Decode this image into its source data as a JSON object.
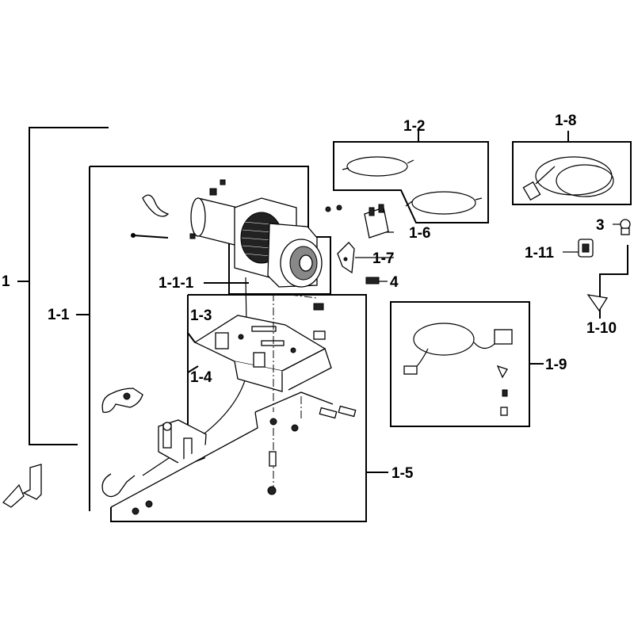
{
  "callouts": {
    "c1": "1",
    "c1_1": "1-1",
    "c1_1_1": "1-1-1",
    "c1_2": "1-2",
    "c1_3": "1-3",
    "c1_4": "1-4",
    "c1_5": "1-5",
    "c1_6": "1-6",
    "c1_7": "1-7",
    "c1_8": "1-8",
    "c1_9": "1-9",
    "c1_10": "1-10",
    "c1_11": "1-11",
    "c3": "3",
    "c4": "4"
  },
  "icons": {
    "front_arrow": "front-direction-arrow-icon"
  }
}
